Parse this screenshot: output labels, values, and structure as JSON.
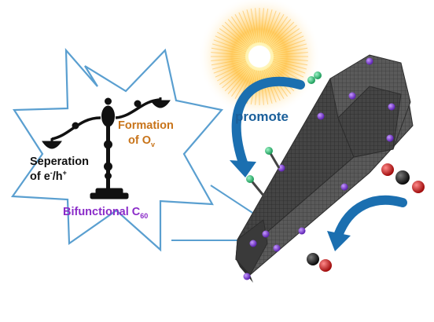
{
  "labels": {
    "separation_line1": "Seperation",
    "separation_line2_pre": "of e",
    "separation_sup1": "-",
    "separation_mid": "/h",
    "separation_sup2": "+",
    "formation_line1": "Formation",
    "formation_line2_pre": "of O",
    "formation_sub": "v",
    "promote": "promote",
    "bifunctional_pre": "Bifunctional C",
    "bifunctional_sub": "60"
  },
  "colors": {
    "star_border": "#5a9fd0",
    "separation_text": "#111111",
    "formation_text": "#c8741a",
    "bifunctional_text": "#8a2bc8",
    "promote_text": "#1a5f9a",
    "arrow": "#1b6fb0",
    "rod": "#3d3d3d",
    "purple_atom": "#7a32d6",
    "green_atom": "#2fc47a",
    "red_atom": "#d81c1c",
    "black_atom": "#151515"
  },
  "icons": {
    "balance": "balance-scale-icon",
    "sun": "sun-icon",
    "nanorod": "c60-nanorod-icon"
  }
}
